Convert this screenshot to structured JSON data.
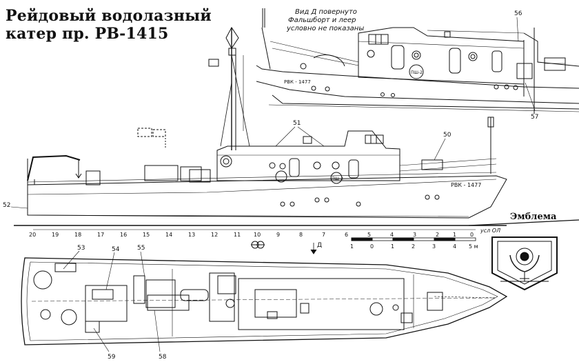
{
  "title": {
    "line1": "Рейдовый водолазный",
    "line2": "катер пр. РВ-1415"
  },
  "note": {
    "line1": "Вид Д повернуто",
    "line2": "Фальшборт и леер",
    "line3": "условно не показаны"
  },
  "hull_name": "РВК - 1477",
  "hull_name_detail": "РВК - 1477",
  "hatch_label": "ПШ-2",
  "emblem_label": "Эмблема",
  "view_marker": "Д",
  "waterline_label": "усл ОЛ",
  "callouts": [
    "51",
    "50",
    "52",
    "53",
    "54",
    "55",
    "56",
    "57",
    "58",
    "59"
  ],
  "frame_numbers": [
    "20",
    "19",
    "18",
    "17",
    "16",
    "15",
    "14",
    "13",
    "12",
    "11",
    "10",
    "9",
    "8",
    "7",
    "6",
    "5",
    "4",
    "3",
    "2",
    "1",
    "0"
  ],
  "scale_bar": {
    "ticks": [
      "1",
      "0",
      "1",
      "2",
      "3",
      "4",
      "5 м"
    ]
  }
}
